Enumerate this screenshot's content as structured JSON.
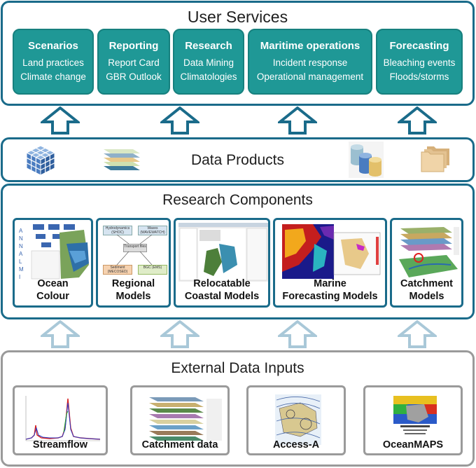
{
  "user_services": {
    "title": "User Services",
    "items": [
      {
        "heading": "Scenarios",
        "lines": [
          "Land practices",
          "Climate change"
        ]
      },
      {
        "heading": "Reporting",
        "lines": [
          "Report Card",
          "GBR Outlook"
        ]
      },
      {
        "heading": "Research",
        "lines": [
          "Data Mining",
          "Climatologies"
        ]
      },
      {
        "heading": "Maritime operations",
        "lines": [
          "Incident response",
          "Operational management"
        ]
      },
      {
        "heading": "Forecasting",
        "lines": [
          "Bleaching events",
          "Floods/storms"
        ]
      }
    ]
  },
  "data_products": {
    "title": "Data Products",
    "icons": [
      "cube-grid-icon",
      "layer-stack-icon",
      "database-cylinders-icon",
      "folders-icon"
    ]
  },
  "research_components": {
    "title": "Research Components",
    "items": [
      {
        "line1": "Ocean",
        "line2": "Colour"
      },
      {
        "line1": "Regional",
        "line2": "Models"
      },
      {
        "line1": "Relocatable",
        "line2": "Coastal Models"
      },
      {
        "line1": "Marine",
        "line2": "Forecasting Models"
      },
      {
        "line1": "Catchment",
        "line2": "Models"
      }
    ],
    "regional_diagram_labels": [
      "Hydrodynamics (SHOC)",
      "Waves (WAVEWATCH)",
      "Transport files",
      "Sediment (MECOSED)",
      "BGC (EMS)"
    ],
    "ocean_colour_letters": [
      "A",
      "N",
      "N",
      "A",
      "L",
      "M",
      "I"
    ]
  },
  "external_inputs": {
    "title": "External Data Inputs",
    "items": [
      "Streamflow",
      "Catchment data",
      "Access-A",
      "OceanMAPS"
    ]
  },
  "colors": {
    "panel_border": "#1a6b8a",
    "service_fill": "#1f9896",
    "external_border": "#9a9a9a",
    "arrow_dark": "#1a6b8a",
    "arrow_light": "#a9c8d8"
  }
}
